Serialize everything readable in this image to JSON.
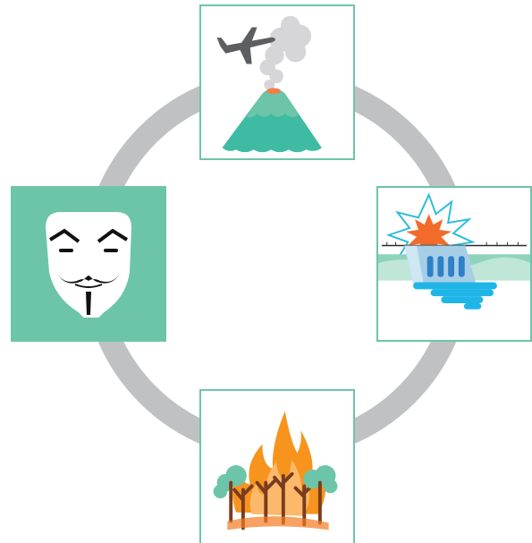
{
  "diagram": {
    "layout": "cycle",
    "ring_color": "#c0c1c3",
    "tile_border_color": "#6cc5a8",
    "accent_green": "#6cc5a8",
    "nodes": [
      {
        "id": "volcano",
        "icon": "volcano-with-airplane-icon",
        "position": "top"
      },
      {
        "id": "dam",
        "icon": "exploding-dam-icon",
        "position": "right"
      },
      {
        "id": "wildfire",
        "icon": "forest-fire-icon",
        "position": "bottom"
      },
      {
        "id": "hacker",
        "icon": "guy-fawkes-mask-icon",
        "position": "left"
      }
    ]
  }
}
